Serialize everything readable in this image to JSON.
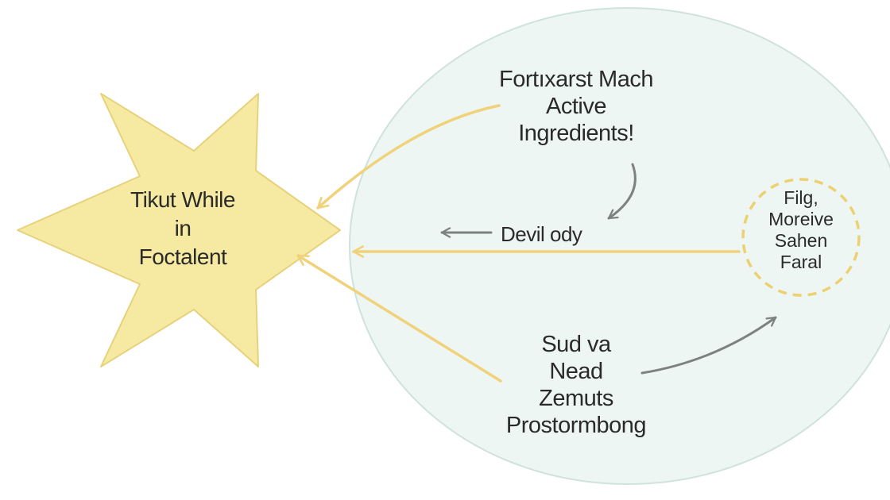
{
  "colors": {
    "background": "#ffffff",
    "star_fill": "#f6eaa2",
    "star_stroke": "#e6d27c",
    "ellipse_fill": "#eef6f4",
    "ellipse_stroke": "#cfe2de",
    "yellow_arrow": "#f0d27a",
    "gray_arrow": "#7d8280",
    "dashed_circle": "#ecd170",
    "text": "#2a2a2a"
  },
  "star": {
    "lines": [
      "Tikut While",
      "in",
      "Foctalent"
    ]
  },
  "ellipse": {
    "top_text": [
      "Fortıxarst Mach",
      "Active",
      "Ingredients!"
    ],
    "middle_text": "Devil ody",
    "bottom_text": [
      "Sud va",
      "Nead",
      "Zemuts",
      "Prostormbong"
    ]
  },
  "dashed_circle": {
    "lines": [
      "Filg,",
      "Moreive",
      "Sahen",
      "Faral"
    ]
  },
  "icons": {
    "top_curved_arrow": "curved-arrow-left-icon",
    "top_down_arrow": "curved-arrow-down-icon",
    "middle_arrow": "arrow-left-icon",
    "long_arrow": "arrow-left-icon",
    "bottom_arrow": "arrow-up-left-icon",
    "bottom_curved_arrow": "curved-arrow-up-right-icon"
  }
}
